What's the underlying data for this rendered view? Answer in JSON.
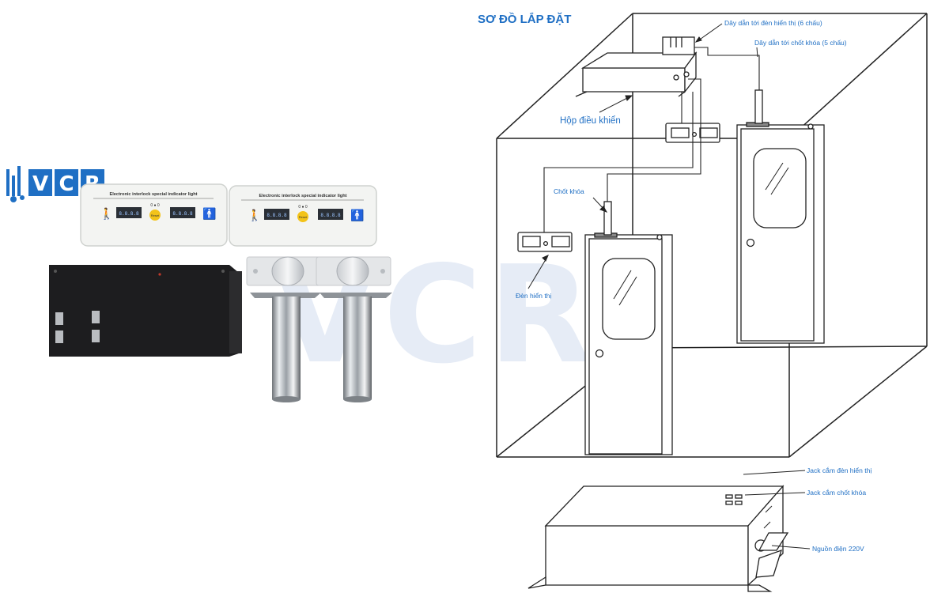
{
  "logo": {
    "letters": [
      "V",
      "C",
      "R"
    ],
    "color": "#1f6fc4"
  },
  "watermark": {
    "text": "VCR",
    "color": "#e6ecf6"
  },
  "products": {
    "panel_title": "Electronic interlock special indicator light",
    "panel_mid_text": "0 ● 0",
    "reset_label": "Reset",
    "display_text": "8.8.8.8"
  },
  "diagram": {
    "title": "SƠ ĐỒ LẮP ĐẶT",
    "label_color": "#1f6fc4",
    "labels": {
      "wire_to_light": "Dây dẫn tới đèn hiển thị (6 chấu)",
      "wire_to_lock": "Dây dẫn tới chốt khóa (5 chấu)",
      "control_box": "Hộp điều khiển",
      "lock": "Chốt khóa",
      "indicator": "Đèn hiển thị",
      "jack_light": "Jack cắm đèn hiển thị",
      "jack_lock": "Jack cắm chốt khóa",
      "power": "Nguồn điện 220V"
    }
  }
}
